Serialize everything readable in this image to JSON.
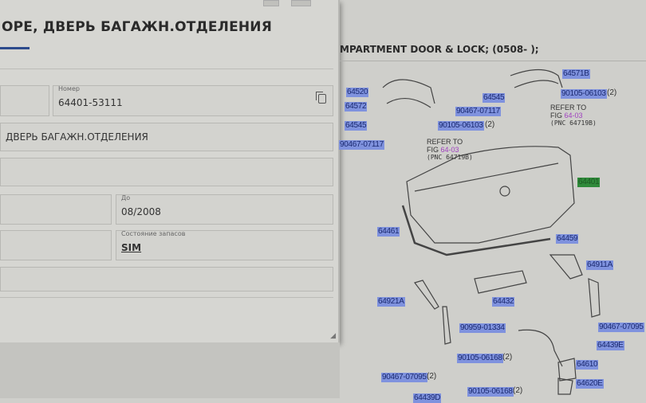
{
  "dialog": {
    "title": "ОРЕ, ДВЕРЬ БАГАЖН.ОТДЕЛЕНИЯ",
    "number_label": "Номер",
    "number_value": "64401-53111",
    "name_value": "ДВЕРЬ БАГАЖН.ОТДЕЛЕНИЯ",
    "to_label": "До",
    "to_value": "08/2008",
    "stock_label": "Состояние запасов",
    "stock_value": "SIM"
  },
  "diagram": {
    "heading": "MPARTMENT DOOR & LOCK; (0508- );",
    "refer_to": "REFER TO",
    "fig_prefix": "FIG",
    "fig": "64-03",
    "pnc": "(PNC  64719B)",
    "highlight_color": "#2f8a3a",
    "parts": [
      "64520",
      "64572",
      "64545",
      "90467-07117",
      "64545",
      "90467-07117",
      "90105-06103",
      "64571B",
      "90105-06103",
      "64401",
      "64461",
      "64459",
      "64911A",
      "64432",
      "64921A",
      "90467-07095",
      "90959-01334",
      "64439E",
      "90105-06168",
      "64610",
      "90467-07095",
      "64620E",
      "90105-06168",
      "64439D"
    ],
    "qty2": "(2)"
  }
}
